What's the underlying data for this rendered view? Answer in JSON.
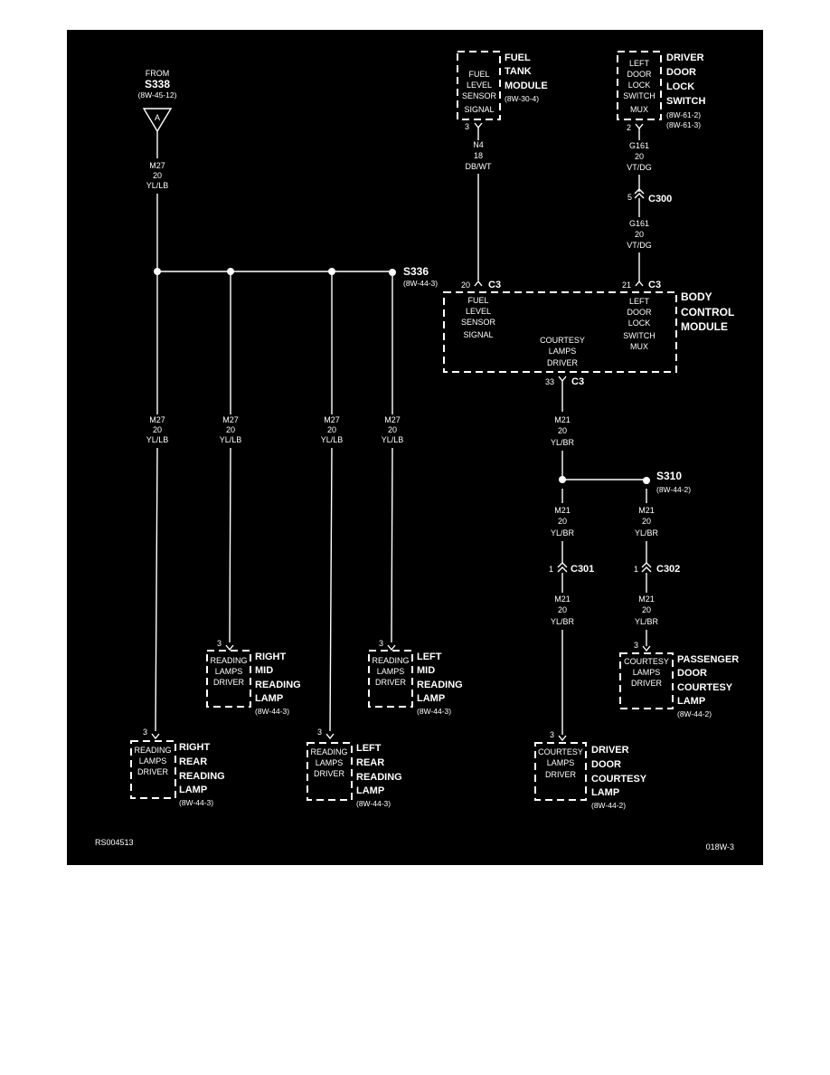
{
  "diagram": {
    "source": {
      "from": "FROM",
      "splice": "S338",
      "ref": "(8W-45-12)",
      "connector_letter": "A"
    },
    "wire_top_left": {
      "circuit": "M27",
      "gauge": "20",
      "color": "YL/LB"
    },
    "splice_s336": {
      "name": "S336",
      "ref": "(8W-44-3)"
    },
    "fuel_tank_module": {
      "title_lines": [
        "FUEL",
        "TANK",
        "MODULE"
      ],
      "ref": "(8W-30-4)",
      "box_lines": [
        "FUEL",
        "LEVEL",
        "SENSOR",
        "SIGNAL"
      ],
      "pin": "3"
    },
    "wire_n4": {
      "circuit": "N4",
      "gauge": "18",
      "color": "DB/WT"
    },
    "driver_door_lock_switch": {
      "title_lines": [
        "DRIVER",
        "DOOR",
        "LOCK",
        "SWITCH"
      ],
      "refs": [
        "(8W-61-2)",
        "(8W-61-3)"
      ],
      "box_lines": [
        "LEFT",
        "DOOR",
        "LOCK",
        "SWITCH",
        "MUX"
      ],
      "pin": "2"
    },
    "wire_g161_upper": {
      "circuit": "G161",
      "gauge": "20",
      "color": "VT/DG"
    },
    "c300": {
      "pin": "5",
      "name": "C300"
    },
    "wire_g161_lower": {
      "circuit": "G161",
      "gauge": "20",
      "color": "VT/DG"
    },
    "bcm": {
      "title_lines": [
        "BODY",
        "CONTROL",
        "MODULE"
      ],
      "left_lines": [
        "FUEL",
        "LEVEL",
        "SENSOR",
        "SIGNAL"
      ],
      "right_lines": [
        "LEFT",
        "DOOR",
        "LOCK",
        "SWITCH",
        "MUX"
      ],
      "center_lines": [
        "COURTESY",
        "LAMPS",
        "DRIVER"
      ],
      "pin_left": "20",
      "conn_left": "C3",
      "pin_right": "21",
      "conn_right": "C3",
      "pin_bottom": "33",
      "conn_bottom": "C3"
    },
    "wire_m21_bcm": {
      "circuit": "M21",
      "gauge": "20",
      "color": "YL/BR"
    },
    "splice_s310": {
      "name": "S310",
      "ref": "(8W-44-2)"
    },
    "wire_m21_left_upper": {
      "circuit": "M21",
      "gauge": "20",
      "color": "YL/BR"
    },
    "wire_m21_right_upper": {
      "circuit": "M21",
      "gauge": "20",
      "color": "YL/BR"
    },
    "c301": {
      "pin": "1",
      "name": "C301"
    },
    "c302": {
      "pin": "1",
      "name": "C302"
    },
    "wire_m21_left_lower": {
      "circuit": "M21",
      "gauge": "20",
      "color": "YL/BR"
    },
    "wire_m21_right_lower": {
      "circuit": "M21",
      "gauge": "20",
      "color": "YL/BR"
    },
    "branch_wires": [
      {
        "circuit": "M27",
        "gauge": "20",
        "color": "YL/LB"
      },
      {
        "circuit": "M27",
        "gauge": "20",
        "color": "YL/LB"
      },
      {
        "circuit": "M27",
        "gauge": "20",
        "color": "YL/LB"
      },
      {
        "circuit": "M27",
        "gauge": "20",
        "color": "YL/LB"
      }
    ],
    "lamps": {
      "right_mid": {
        "pin": "3",
        "box_lines": [
          "READING",
          "LAMPS",
          "DRIVER"
        ],
        "title_lines": [
          "RIGHT",
          "MID",
          "READING",
          "LAMP"
        ],
        "ref": "(8W-44-3)"
      },
      "left_mid": {
        "pin": "3",
        "box_lines": [
          "READING",
          "LAMPS",
          "DRIVER"
        ],
        "title_lines": [
          "LEFT",
          "MID",
          "READING",
          "LAMP"
        ],
        "ref": "(8W-44-3)"
      },
      "right_rear": {
        "pin": "3",
        "box_lines": [
          "READING",
          "LAMPS",
          "DRIVER"
        ],
        "title_lines": [
          "RIGHT",
          "REAR",
          "READING",
          "LAMP"
        ],
        "ref": "(8W-44-3)"
      },
      "left_rear": {
        "pin": "3",
        "box_lines": [
          "READING",
          "LAMPS",
          "DRIVER"
        ],
        "title_lines": [
          "LEFT",
          "REAR",
          "READING",
          "LAMP"
        ],
        "ref": "(8W-44-3)"
      },
      "passenger_door": {
        "pin": "3",
        "box_lines": [
          "COURTESY",
          "LAMPS",
          "DRIVER"
        ],
        "title_lines": [
          "PASSENGER",
          "DOOR",
          "COURTESY",
          "LAMP"
        ],
        "ref": "(8W-44-2)"
      },
      "driver_door": {
        "pin": "3",
        "box_lines": [
          "COURTESY",
          "LAMPS",
          "DRIVER"
        ],
        "title_lines": [
          "DRIVER",
          "DOOR",
          "COURTESY",
          "LAMP"
        ],
        "ref": "(8W-44-2)"
      }
    },
    "footer": {
      "left_code": "RS004513",
      "right_code": "018W-3"
    }
  }
}
